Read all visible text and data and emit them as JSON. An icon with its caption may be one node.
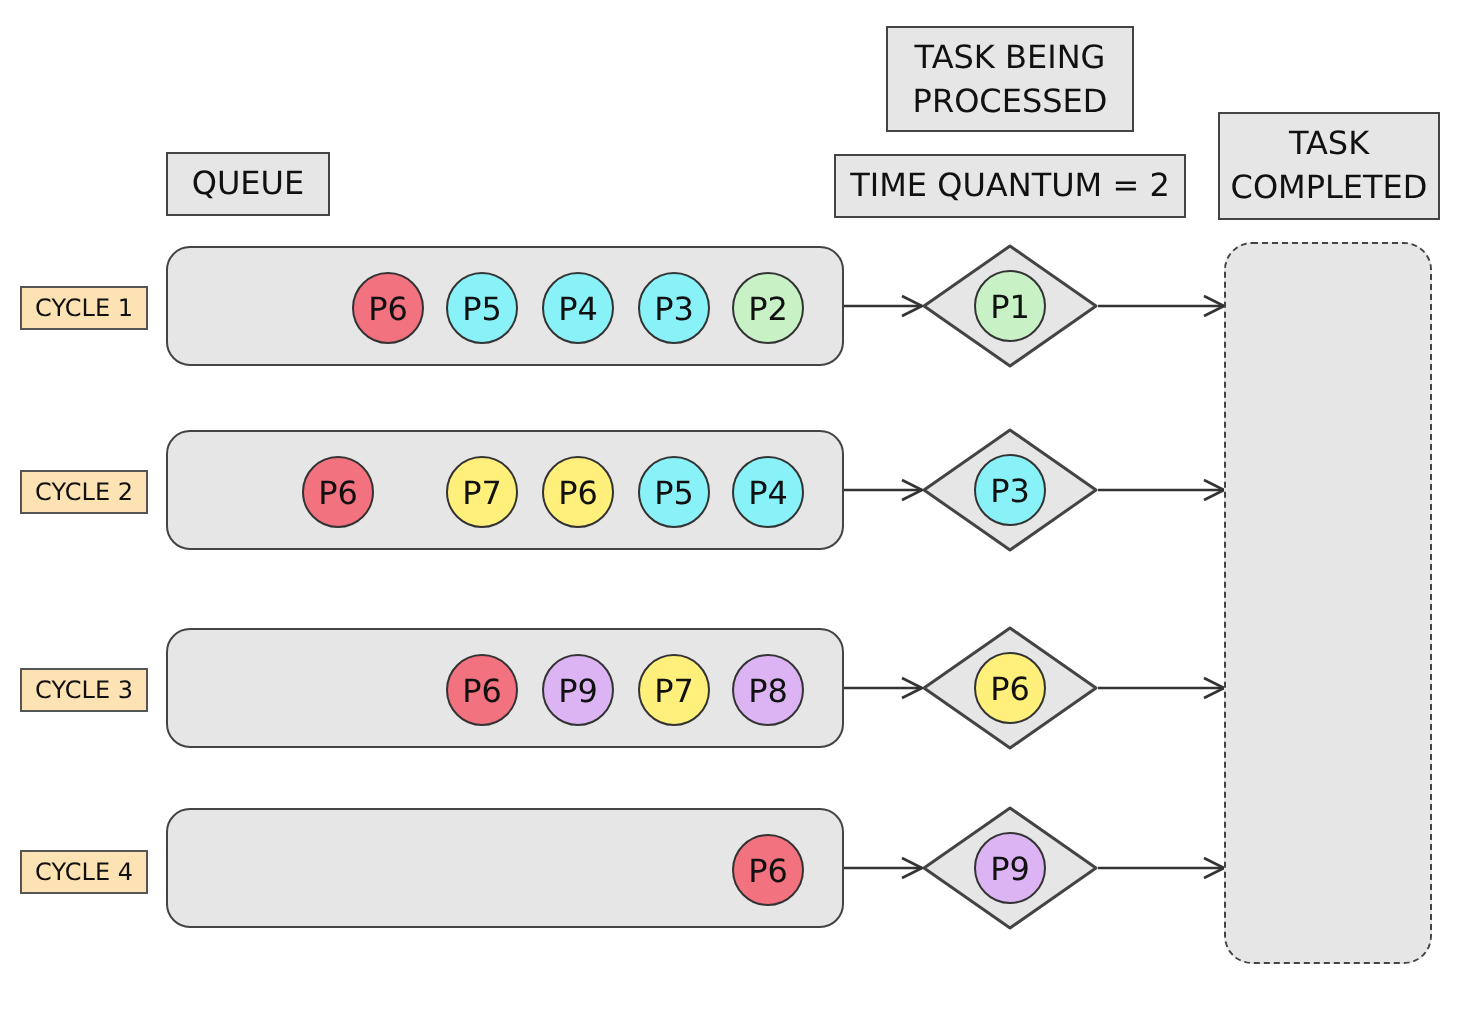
{
  "diagram": {
    "nodes": [
      {
        "text": [
          "TASK BEING PROCESSED"
        ]
      },
      {
        "text": [
          "QUEUE"
        ]
      },
      {
        "text": [
          "TIME QUANTUM = 2"
        ]
      },
      {
        "text": [
          "TASK COMPLETED"
        ]
      },
      {
        "text": [],
        "shape": "box"
      },
      {
        "text": [
          "CYCLE 1"
        ]
      },
      {
        "text": [],
        "shape": "box"
      },
      {
        "text": [
          "P6"
        ],
        "in": 6
      },
      {
        "text": [
          "P5"
        ],
        "in": 6
      },
      {
        "text": [
          "P4"
        ],
        "in": 6
      },
      {
        "text": [
          "P3"
        ],
        "in": 6
      },
      {
        "text": [
          "P2"
        ],
        "in": 6
      },
      {
        "text": [],
        "shape": "diamond"
      },
      {
        "text": [
          "P1"
        ],
        "in": 12
      },
      {
        "text": [
          "CYCLE 2"
        ]
      },
      {
        "text": [],
        "shape": "box"
      },
      {
        "text": [
          "P6"
        ],
        "in": 15
      },
      {
        "text": [
          "P7"
        ],
        "in": 15
      },
      {
        "text": [
          "P6"
        ],
        "in": 15
      },
      {
        "text": [
          "P5"
        ],
        "in": 15
      },
      {
        "text": [
          "P4"
        ],
        "in": 15
      },
      {
        "text": [],
        "shape": "diamond"
      },
      {
        "text": [
          "P3"
        ],
        "in": 21
      },
      {
        "text": [
          "CYCLE 3"
        ]
      },
      {
        "text": [],
        "shape": "box"
      },
      {
        "text": [
          "P6"
        ],
        "in": 24
      },
      {
        "text": [
          "P9"
        ],
        "in": 24
      },
      {
        "text": [
          "P7"
        ],
        "in": 24
      },
      {
        "text": [
          "P8"
        ],
        "in": 24
      },
      {
        "text": [],
        "shape": "diamond"
      },
      {
        "text": [
          "P6"
        ],
        "in": 29
      },
      {
        "text": [
          "CYCLE 4"
        ]
      },
      {
        "text": [],
        "shape": "box"
      },
      {
        "text": [
          "P6"
        ],
        "in": 32
      },
      {
        "text": [],
        "shape": "diamond"
      },
      {
        "text": [
          "P9"
        ],
        "in": 34
      }
    ],
    "edges": [
      {
        "from": 6,
        "to": 12,
        "arrow": "to"
      },
      {
        "from": 12,
        "to": 4,
        "arrow": "to"
      },
      {
        "from": 15,
        "to": 21,
        "arrow": "to"
      },
      {
        "from": 21,
        "to": 4,
        "arrow": "to"
      },
      {
        "from": 24,
        "to": 29,
        "arrow": "to"
      },
      {
        "from": 29,
        "to": 4,
        "arrow": "to"
      },
      {
        "from": 32,
        "to": 34,
        "arrow": "to"
      },
      {
        "from": 34,
        "to": 4,
        "arrow": "to"
      }
    ]
  }
}
